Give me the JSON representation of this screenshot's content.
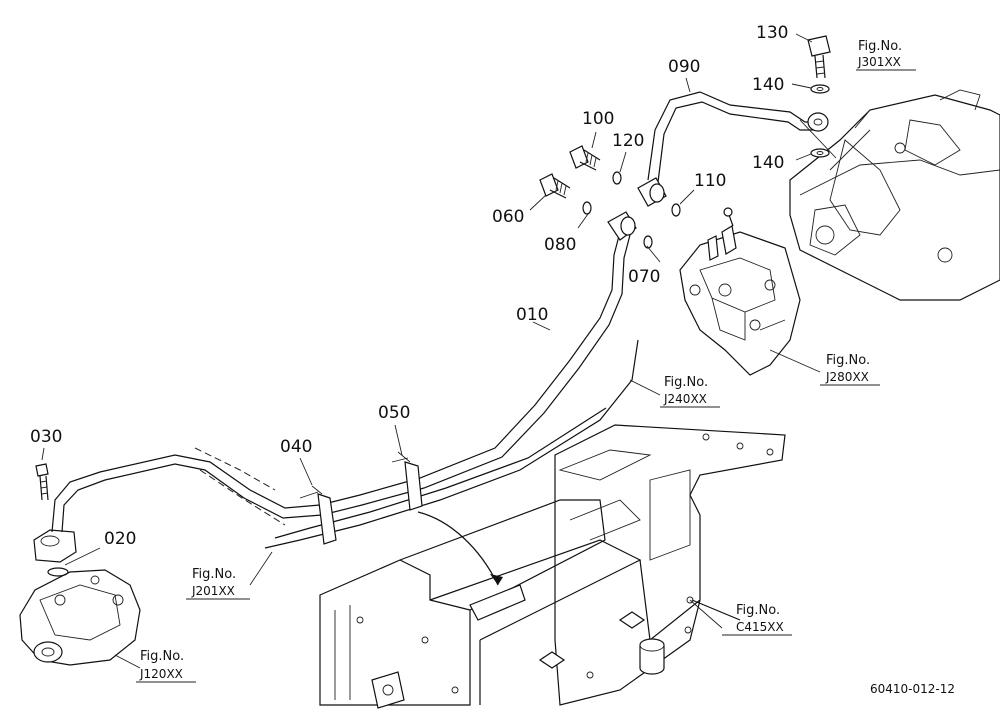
{
  "part_labels": {
    "p010": "010",
    "p020": "020",
    "p030": "030",
    "p040": "040",
    "p050": "050",
    "p060": "060",
    "p070": "070",
    "p080": "080",
    "p090": "090",
    "p100": "100",
    "p110": "110",
    "p120": "120",
    "p130": "130",
    "p140a": "140",
    "p140b": "140"
  },
  "figure_refs": {
    "j301": {
      "title": "Fig.No.",
      "code": "J301XX"
    },
    "j280": {
      "title": "Fig.No.",
      "code": "J280XX"
    },
    "j240": {
      "title": "Fig.No.",
      "code": "J240XX"
    },
    "j201": {
      "title": "Fig.No.",
      "code": "J201XX"
    },
    "j120": {
      "title": "Fig.No.",
      "code": "J120XX"
    },
    "c415": {
      "title": "Fig.No.",
      "code": "C415XX"
    }
  },
  "drawing_code": "60410-012-12"
}
